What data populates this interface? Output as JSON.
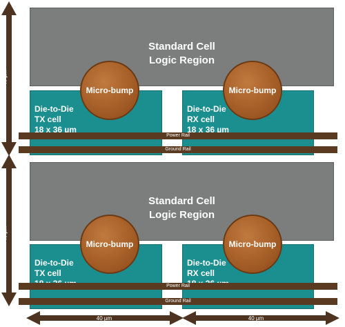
{
  "blocks": [
    {
      "logic_region": [
        "Standard Cell",
        "Logic Region"
      ],
      "tx_cell": [
        "Die-to-Die",
        "TX cell",
        "18 x 36 µm"
      ],
      "rx_cell": [
        "Die-to-Die",
        "RX cell",
        "18 x 36 µm"
      ],
      "bump_left": "Micro-bump",
      "bump_right": "Micro-bump",
      "power_rail": "Power Rail",
      "ground_rail": "Ground Rail",
      "height_label": "40 µm"
    },
    {
      "logic_region": [
        "Standard Cell",
        "Logic Region"
      ],
      "tx_cell": [
        "Die-to-Die",
        "TX cell",
        "18 x 36 µm"
      ],
      "rx_cell": [
        "Die-to-Die",
        "RX cell",
        "18 x 36 µm"
      ],
      "bump_left": "Micro-bump",
      "bump_right": "Micro-bump",
      "power_rail": "Power Rail",
      "ground_rail": "Ground Rail",
      "height_label": "40 µm"
    }
  ],
  "width_labels": [
    "40 µm",
    "40 µm"
  ],
  "colors": {
    "logic_region": "#7b7e7c",
    "cell": "#1b8f90",
    "micro_bump": "#a55e27",
    "rail": "#5b3a22",
    "arrow": "#4e3420"
  }
}
